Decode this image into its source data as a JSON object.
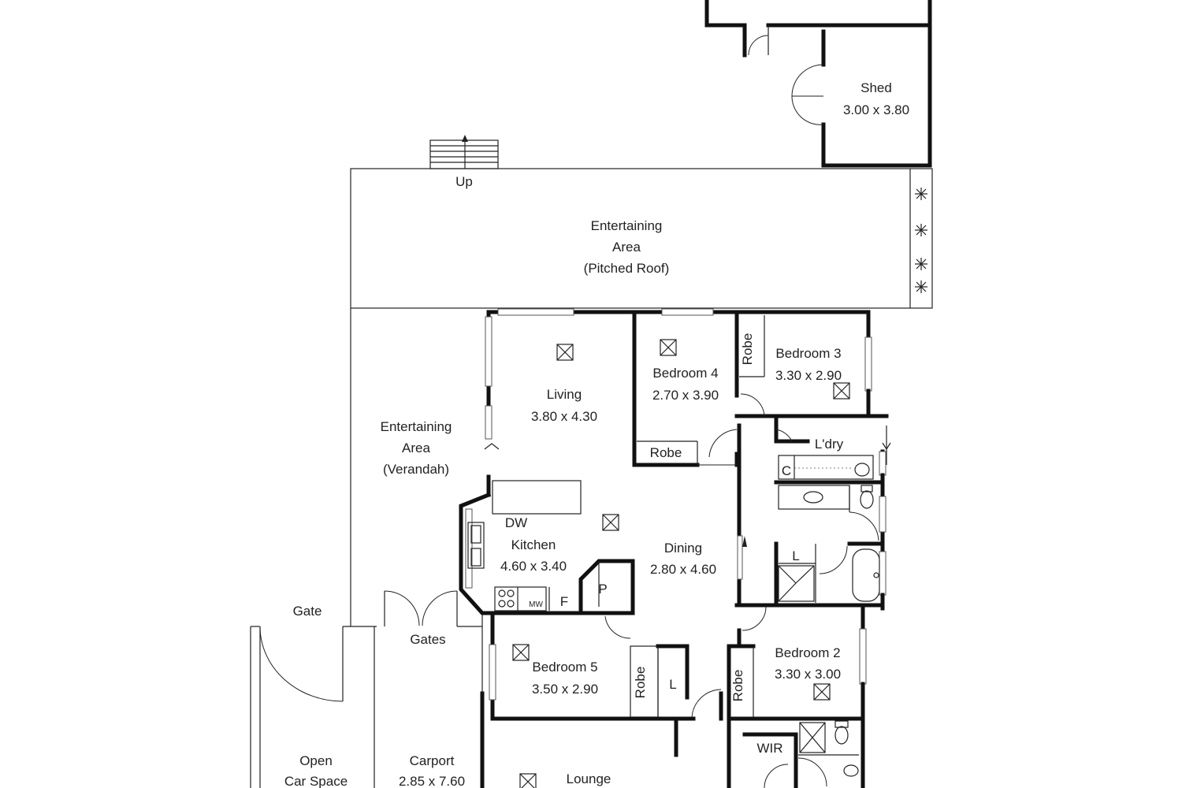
{
  "floorplan": {
    "rooms": {
      "shed": {
        "name": "Shed",
        "dims": "3.00 x 3.80"
      },
      "entertaining_pitched": {
        "line1": "Entertaining",
        "line2": "Area",
        "line3": "(Pitched Roof)"
      },
      "entertaining_verandah": {
        "line1": "Entertaining",
        "line2": "Area",
        "line3": "(Verandah)"
      },
      "living": {
        "name": "Living",
        "dims": "3.80 x 4.30"
      },
      "bedroom4": {
        "name": "Bedroom 4",
        "dims": "2.70 x 3.90"
      },
      "bedroom3": {
        "name": "Bedroom 3",
        "dims": "3.30 x 2.90"
      },
      "kitchen": {
        "name": "Kitchen",
        "dims": "4.60 x 3.40"
      },
      "dining": {
        "name": "Dining",
        "dims": "2.80 x 4.60"
      },
      "bedroom5": {
        "name": "Bedroom 5",
        "dims": "3.50 x 2.90"
      },
      "bedroom2": {
        "name": "Bedroom 2",
        "dims": "3.30 x 3.00"
      },
      "lounge": {
        "name": "Lounge"
      },
      "carport": {
        "name": "Carport",
        "dims": "2.85 x 7.60"
      },
      "open_car_space": {
        "line1": "Open",
        "line2": "Car Space"
      }
    },
    "labels": {
      "up": "Up",
      "gate": "Gate",
      "gates": "Gates",
      "laundry": "L'dry",
      "robe_b3": "Robe",
      "robe_b4": "Robe",
      "robe_b5": "Robe",
      "robe_b2": "Robe",
      "linen_hall": "L",
      "linen_b5": "L",
      "cupboard": "C",
      "dishwasher": "DW",
      "fridge": "F",
      "microwave": "MW",
      "pantry": "P",
      "wir": "WIR"
    }
  }
}
